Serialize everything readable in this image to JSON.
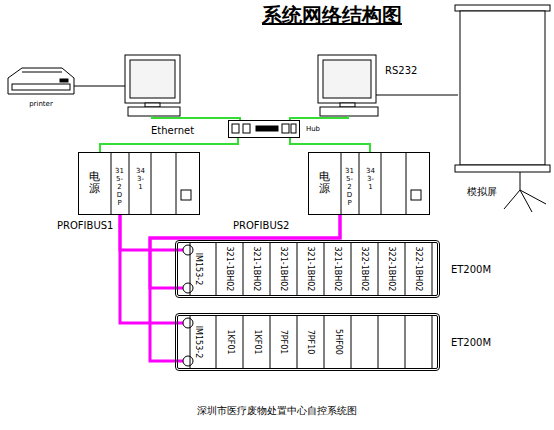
{
  "diagram": {
    "title": "系统网络结构图",
    "caption": "深圳市医疗废物处置中心自控系统图",
    "nodes": [
      {
        "text": [
          "printer"
        ]
      },
      {
        "text": [
          "Hub"
        ]
      },
      {
        "text": [
          "模拟屏"
        ]
      },
      {
        "text": [
          "电源",
          "315-2DP",
          "343-1"
        ]
      },
      {
        "text": [
          "电源",
          "315-2DP",
          "343-1"
        ]
      },
      {
        "text": [
          "IM153-2",
          "321-1BH02",
          "321-1BH02",
          "321-1BH02",
          "321-1BH02",
          "321-1BH02",
          "322-1BH02",
          "322-1BH02",
          "322-1BH02",
          "ET200M"
        ]
      },
      {
        "text": [
          "IM153-2",
          "1KF01",
          "1KF01",
          "7PF01",
          "7PF10",
          "5HF00",
          "ET200M"
        ]
      }
    ],
    "edges": [
      {
        "from": 1,
        "to": 3,
        "arrow": "none"
      },
      {
        "from": 1,
        "to": 4,
        "arrow": "none"
      },
      {
        "from": 3,
        "to": 5,
        "arrow": "none"
      },
      {
        "from": 3,
        "to": 6,
        "arrow": "none"
      },
      {
        "from": 4,
        "to": 5,
        "arrow": "none"
      },
      {
        "from": 4,
        "to": 6,
        "arrow": "none"
      }
    ],
    "labels": [
      "Ethernet",
      "RS232",
      "PROFIBUS1",
      "PROFIBUS2"
    ]
  }
}
